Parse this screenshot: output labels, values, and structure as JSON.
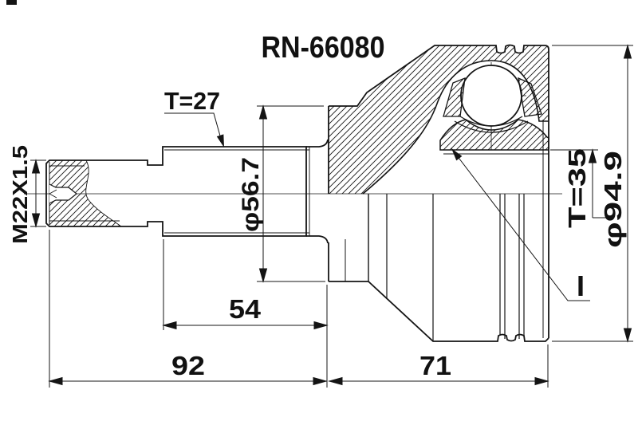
{
  "drawing": {
    "title": "RN-66080",
    "labels": {
      "shaft_spline_count": "T=27",
      "thread_spec": "M22X1.5",
      "neck_diameter": "φ56.7",
      "inner_race_spline_count": "T=35",
      "body_outer_diameter": "φ94.9",
      "spline_section_length": "54",
      "shaft_length": "92",
      "body_length": "71",
      "section_marker": "I"
    },
    "colors": {
      "line": "#141414",
      "background": "#ffffff"
    }
  }
}
